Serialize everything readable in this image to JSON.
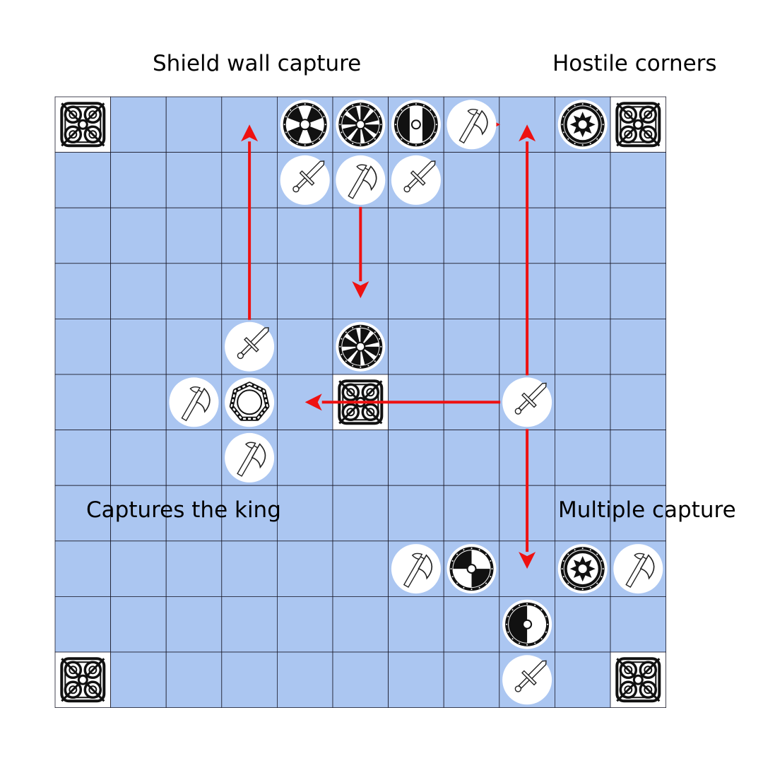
{
  "labels": {
    "shield_wall": "Shield wall capture",
    "hostile_corners": "Hostile corners",
    "captures_king": "Captures the king",
    "multiple_capture": "Multiple capture"
  },
  "board": {
    "rows": 11,
    "cols": 11,
    "square_color": "#abc6f1",
    "grid_color": "#1a1a2a",
    "corner_squares": [
      [
        0,
        0
      ],
      [
        0,
        10
      ],
      [
        10,
        0
      ],
      [
        10,
        10
      ]
    ],
    "throne_square": [
      5,
      5
    ]
  },
  "pieces": [
    {
      "row": 0,
      "col": 4,
      "kind": "shield",
      "pattern": "cross-wedges"
    },
    {
      "row": 0,
      "col": 5,
      "kind": "shield",
      "pattern": "pinwheel"
    },
    {
      "row": 0,
      "col": 6,
      "kind": "shield",
      "pattern": "bands"
    },
    {
      "row": 0,
      "col": 7,
      "kind": "axe"
    },
    {
      "row": 0,
      "col": 9,
      "kind": "shield",
      "pattern": "star"
    },
    {
      "row": 1,
      "col": 4,
      "kind": "sword"
    },
    {
      "row": 1,
      "col": 5,
      "kind": "axe"
    },
    {
      "row": 1,
      "col": 6,
      "kind": "sword"
    },
    {
      "row": 4,
      "col": 3,
      "kind": "sword"
    },
    {
      "row": 4,
      "col": 5,
      "kind": "shield",
      "pattern": "pinwheel"
    },
    {
      "row": 5,
      "col": 2,
      "kind": "axe"
    },
    {
      "row": 5,
      "col": 3,
      "kind": "king"
    },
    {
      "row": 5,
      "col": 8,
      "kind": "sword"
    },
    {
      "row": 6,
      "col": 3,
      "kind": "axe"
    },
    {
      "row": 8,
      "col": 6,
      "kind": "axe"
    },
    {
      "row": 8,
      "col": 7,
      "kind": "shield",
      "pattern": "quarters"
    },
    {
      "row": 8,
      "col": 9,
      "kind": "shield",
      "pattern": "star"
    },
    {
      "row": 8,
      "col": 10,
      "kind": "axe"
    },
    {
      "row": 9,
      "col": 8,
      "kind": "shield",
      "pattern": "half"
    },
    {
      "row": 10,
      "col": 8,
      "kind": "sword"
    }
  ],
  "moves": [
    {
      "from": [
        4,
        3
      ],
      "to": [
        0,
        3
      ]
    },
    {
      "from": [
        1,
        5
      ],
      "to": [
        3,
        5
      ]
    },
    {
      "from": [
        0,
        7
      ],
      "to": [
        0,
        8
      ],
      "short": true
    },
    {
      "from": [
        5,
        8
      ],
      "to": [
        0,
        8
      ]
    },
    {
      "from": [
        5,
        8
      ],
      "to": [
        5,
        4
      ]
    },
    {
      "from": [
        5,
        8
      ],
      "to": [
        8,
        8
      ]
    }
  ],
  "arrow_color": "#ee1111"
}
